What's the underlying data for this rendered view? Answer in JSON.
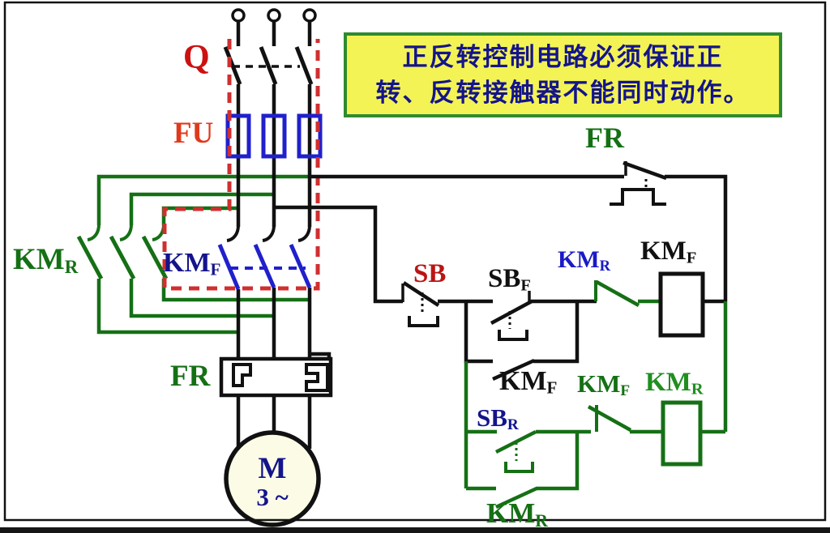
{
  "note": {
    "line1": "正反转控制电路必须保证正",
    "line2": "转、反转接触器不能同时动作。"
  },
  "labels": {
    "q": {
      "text": "Q"
    },
    "fu": {
      "text": "FU"
    },
    "km_r_main": {
      "text": "KM",
      "sub": "R"
    },
    "km_f_main": {
      "text": "KM",
      "sub": "F"
    },
    "fr_main": {
      "text": "FR"
    },
    "fr_control": {
      "text": "FR"
    },
    "sb_stop": {
      "text": "SB"
    },
    "sb_forward": {
      "text": "SB",
      "sub": "F"
    },
    "km_r_interlock": {
      "text": "KM",
      "sub": "R"
    },
    "km_f_coil": {
      "text": "KM",
      "sub": "F"
    },
    "km_f_selfhold": {
      "text": "KM",
      "sub": "F"
    },
    "km_f_interlock": {
      "text": "KM",
      "sub": "F"
    },
    "km_r_coil": {
      "text": "KM",
      "sub": "R"
    },
    "sb_reverse": {
      "text": "SB",
      "sub": "R"
    },
    "km_r_selfhold": {
      "text": "KM",
      "sub": "R"
    }
  },
  "motor": {
    "letter": "M",
    "phase": "3 ~"
  },
  "colors": {
    "wire_black": "#111111",
    "wire_green": "#157015",
    "contact_blue": "#2020CC",
    "dash_red": "#D02F2F",
    "label_red": "#CC1111",
    "label_orange_red": "#E03A1E",
    "label_navy": "#14148C",
    "label_blue": "#1A1AC8",
    "note_bg": "#F3F356",
    "note_border": "#2E8B2E",
    "motor_fill": "#FBFBE6"
  }
}
